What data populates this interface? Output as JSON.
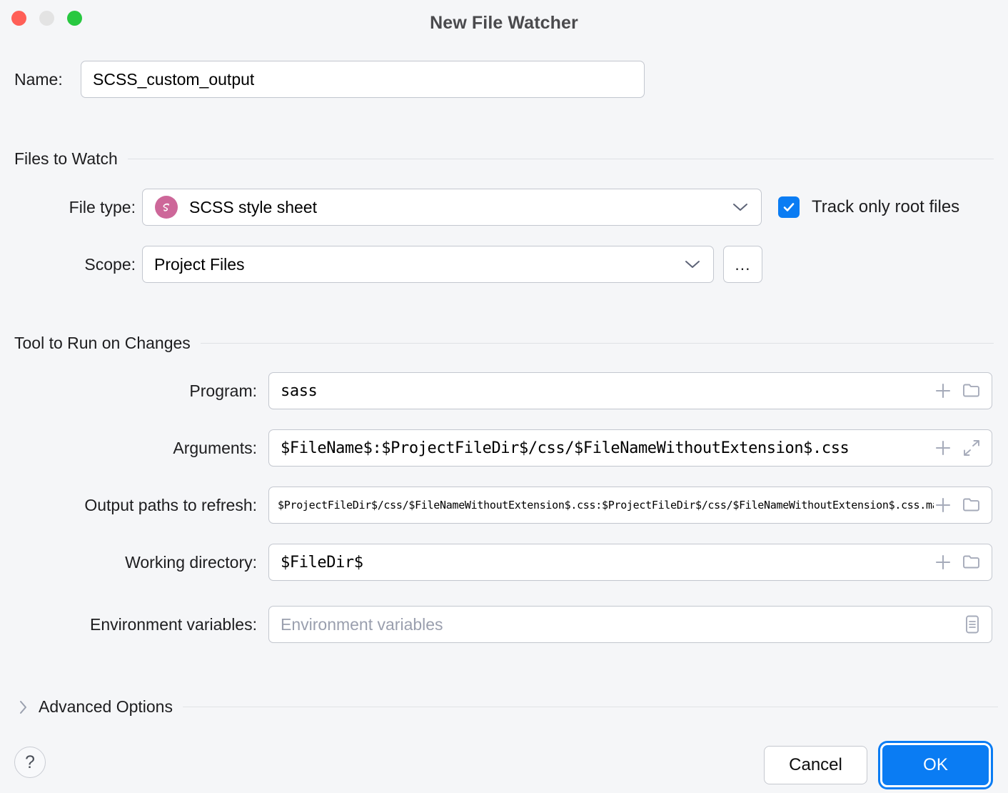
{
  "window": {
    "title": "New File Watcher",
    "traffic_lights": [
      "close-red",
      "minimize-disabled",
      "zoom-green"
    ]
  },
  "name_row": {
    "label": "Name:",
    "value": "SCSS_custom_output"
  },
  "files_to_watch": {
    "section_title": "Files to Watch",
    "file_type": {
      "label": "File type:",
      "value": "SCSS style sheet",
      "icon": "scss-logo-icon"
    },
    "track_only_root_files": {
      "label": "Track only root files",
      "checked": true,
      "accent": "#0a7cf3"
    },
    "scope": {
      "label": "Scope:",
      "value": "Project Files",
      "browse_label": "..."
    }
  },
  "tool_to_run": {
    "section_title": "Tool to Run on Changes",
    "program": {
      "label": "Program:",
      "value": "sass"
    },
    "arguments": {
      "label": "Arguments:",
      "value": "$FileName$:$ProjectFileDir$/css/$FileNameWithoutExtension$.css"
    },
    "output_paths": {
      "label": "Output paths to refresh:",
      "value": "$ProjectFileDir$/css/$FileNameWithoutExtension$.css:$ProjectFileDir$/css/$FileNameWithoutExtension$.css.map"
    },
    "working_directory": {
      "label": "Working directory:",
      "value": "$FileDir$"
    },
    "environment_variables": {
      "label": "Environment variables:",
      "placeholder": "Environment variables",
      "value": ""
    }
  },
  "advanced_options": {
    "label": "Advanced Options",
    "expanded": false
  },
  "footer": {
    "help_label": "?",
    "cancel_label": "Cancel",
    "ok_label": "OK"
  }
}
